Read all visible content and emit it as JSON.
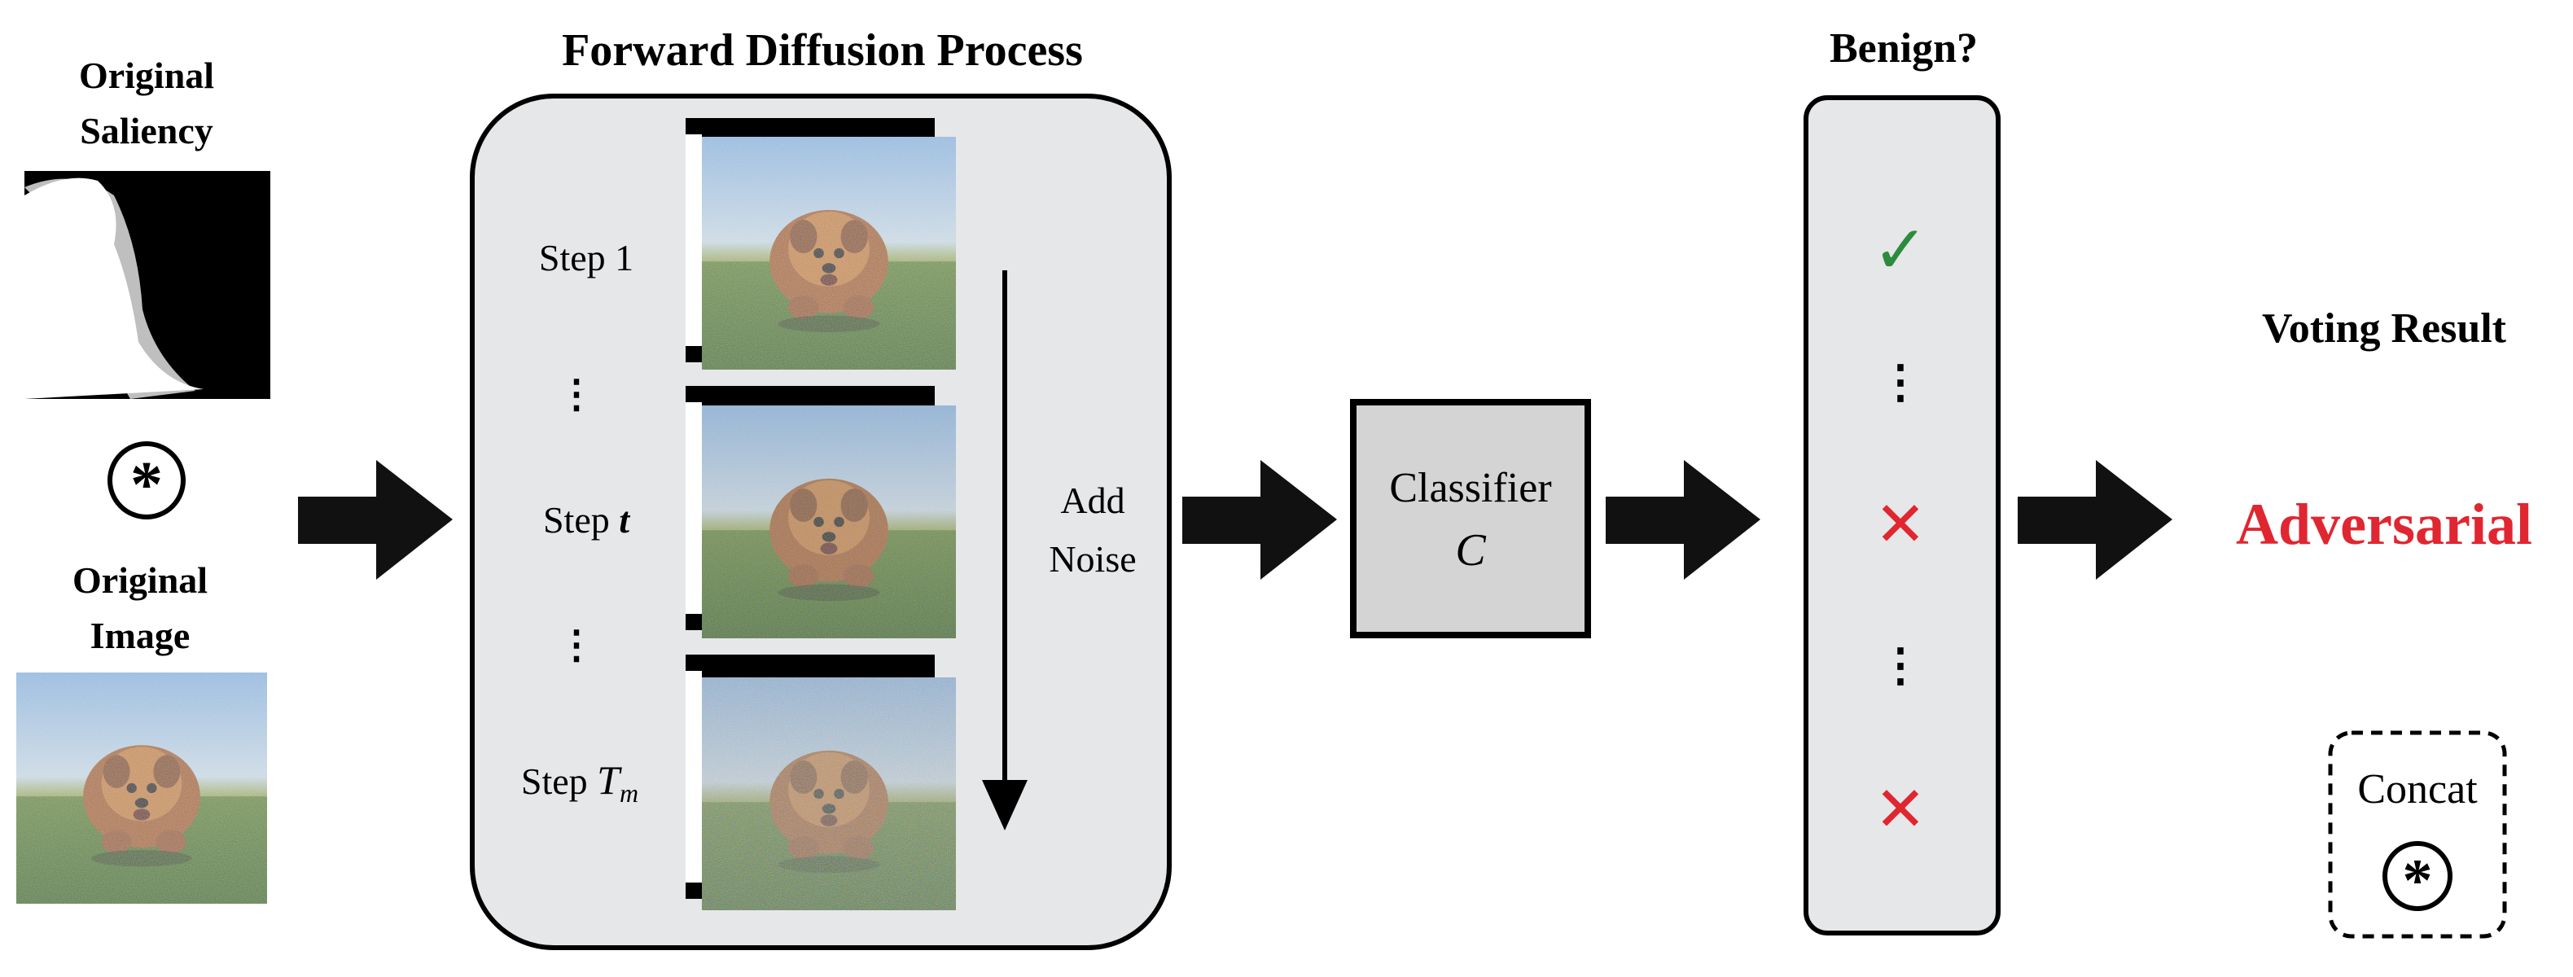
{
  "left_panel": {
    "saliency_title_line1": "Original",
    "saliency_title_line2": "Saliency",
    "concat_symbol": "*",
    "image_title_line1": "Original",
    "image_title_line2": "Image"
  },
  "diffusion": {
    "title": "Forward Diffusion Process",
    "step1_label": "Step 1",
    "ellipsis": "⋮",
    "step_t_prefix": "Step ",
    "step_t_var": "t",
    "step_tm_prefix": "Step ",
    "step_tm_var": "T",
    "step_tm_sub": "m",
    "noise_label_line1": "Add",
    "noise_label_line2": "Noise"
  },
  "classifier": {
    "label_line1": "Classifier",
    "label_line2": "C"
  },
  "votes": {
    "title": "Benign?",
    "items": [
      {
        "result": "benign",
        "glyph": "✓",
        "color": "#2e8b3e"
      },
      {
        "result": "ellipsis",
        "glyph": "⋮"
      },
      {
        "result": "adversarial",
        "glyph": "✕",
        "color": "#e02630"
      },
      {
        "result": "ellipsis",
        "glyph": "⋮"
      },
      {
        "result": "adversarial",
        "glyph": "✕",
        "color": "#e02630"
      }
    ]
  },
  "result": {
    "title": "Voting Result",
    "value": "Adversarial",
    "color": "#e02630"
  },
  "legend": {
    "label": "Concat",
    "symbol": "*"
  }
}
